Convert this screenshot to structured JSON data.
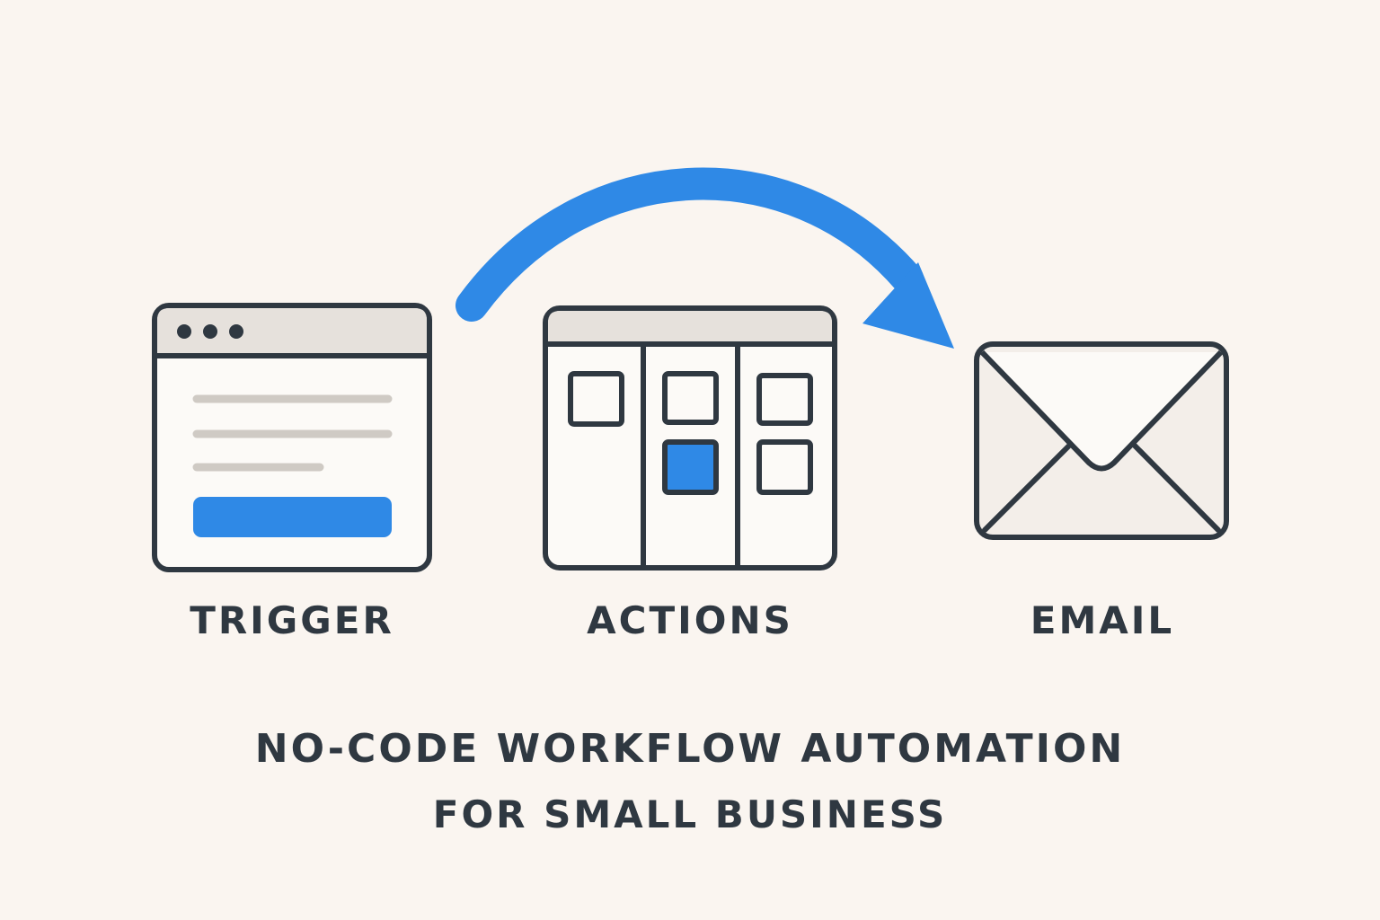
{
  "colors": {
    "background": "#faf5f0",
    "stroke": "#2f3841",
    "accent": "#2f89e6",
    "panel_fill": "#fcfaf7",
    "titlebar_fill": "#e6e1dc",
    "placeholder_line": "#cfcac4",
    "envelope_fill": "#f3eee9",
    "text": "#2f3841"
  },
  "flow_arrow": {
    "from": "trigger",
    "to": "email",
    "icon": "curved-arrow-icon"
  },
  "steps": [
    {
      "id": "trigger",
      "label": "TRIGGER",
      "icon": "browser-window-icon"
    },
    {
      "id": "actions",
      "label": "ACTIONS",
      "icon": "kanban-board-icon"
    },
    {
      "id": "email",
      "label": "EMAIL",
      "icon": "envelope-icon"
    }
  ],
  "title": {
    "line1": "NO-CODE WORKFLOW AUTOMATION",
    "line2": "FOR SMALL BUSINESS"
  }
}
